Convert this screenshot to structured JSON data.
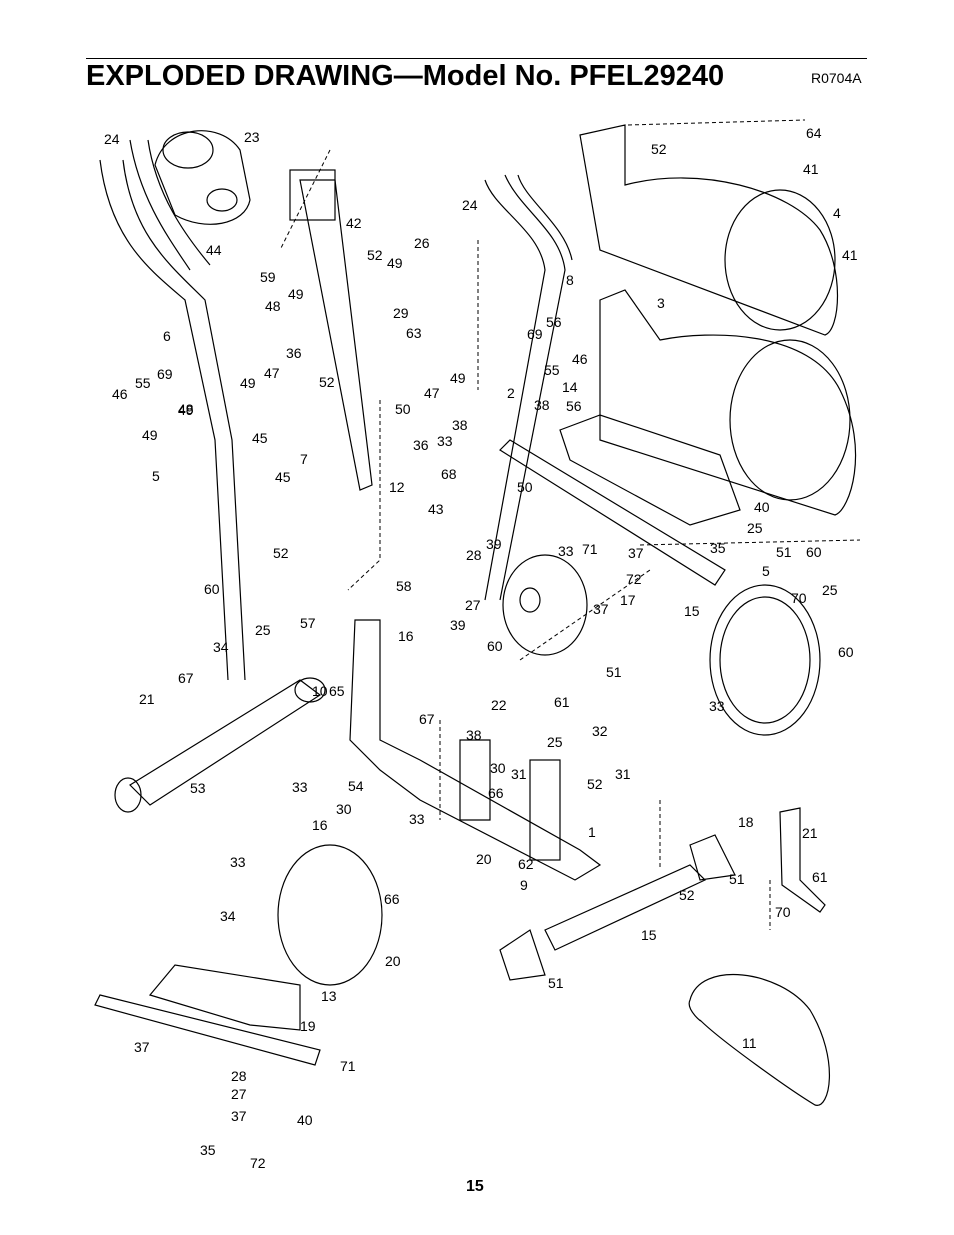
{
  "header": {
    "title": "EXPLODED DRAWING—Model No. PFEL29240",
    "drawing_code": "R0704A"
  },
  "footer": {
    "page_number": "15"
  },
  "callouts": [
    "24",
    "23",
    "64",
    "52",
    "41",
    "4",
    "44",
    "59",
    "42",
    "52",
    "49",
    "26",
    "24",
    "8",
    "41",
    "48",
    "49",
    "29",
    "3",
    "6",
    "63",
    "36",
    "47",
    "49",
    "69",
    "56",
    "55",
    "46",
    "46",
    "55",
    "69",
    "49",
    "47",
    "49",
    "2",
    "52",
    "14",
    "56",
    "49",
    "48",
    "50",
    "38",
    "38",
    "45",
    "36",
    "33",
    "7",
    "68",
    "45",
    "12",
    "50",
    "5",
    "43",
    "52",
    "40",
    "25",
    "39",
    "33",
    "71",
    "37",
    "35",
    "51",
    "60",
    "28",
    "72",
    "5",
    "60",
    "58",
    "27",
    "17",
    "37",
    "15",
    "70",
    "25",
    "57",
    "39",
    "60",
    "25",
    "16",
    "51",
    "60",
    "34",
    "21",
    "65",
    "22",
    "61",
    "33",
    "67",
    "38",
    "25",
    "67",
    "30",
    "32",
    "31",
    "31",
    "52",
    "33",
    "54",
    "30",
    "66",
    "18",
    "21",
    "10",
    "53",
    "16",
    "33",
    "1",
    "62",
    "20",
    "51",
    "33",
    "9",
    "52",
    "61",
    "66",
    "70",
    "34",
    "15",
    "20",
    "51",
    "13",
    "19",
    "11",
    "37",
    "71",
    "28",
    "27",
    "37",
    "40",
    "35",
    "72"
  ]
}
